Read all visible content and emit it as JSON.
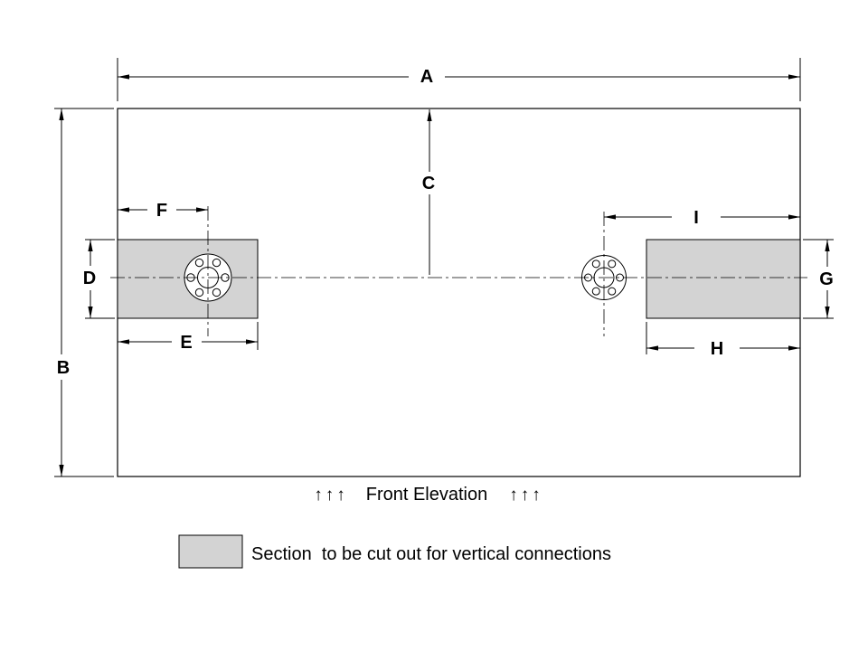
{
  "colors": {
    "cutout_fill": "#d3d3d3",
    "line": "#000000",
    "background": "#ffffff"
  },
  "dimensions": {
    "A": "A",
    "B": "B",
    "C": "C",
    "D": "D",
    "E": "E",
    "F": "F",
    "G": "G",
    "H": "H",
    "I": "I"
  },
  "caption": {
    "title": "Front Elevation",
    "arrows_left": "↑↑↑",
    "arrows_right": "↑↑↑"
  },
  "legend": {
    "label": "Section  to be cut out for vertical connections"
  }
}
